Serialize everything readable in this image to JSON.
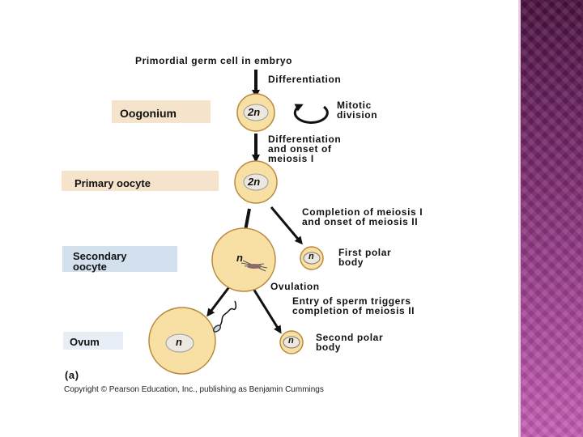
{
  "diagram": {
    "top_label": "Primordial germ cell in embryo",
    "stages": [
      {
        "label": "Oogonium",
        "ploidy": "2n"
      },
      {
        "label": "Primary oocyte",
        "ploidy": "2n"
      },
      {
        "label": "Secondary\noocyte",
        "ploidy": "n"
      },
      {
        "label": "Ovum",
        "ploidy": "n"
      }
    ],
    "polar_bodies": [
      {
        "label": "First polar\nbody",
        "ploidy": "n"
      },
      {
        "label": "Second polar\nbody",
        "ploidy": "n"
      }
    ],
    "steps": {
      "differentiation": "Differentiation",
      "mitotic_division": "Mitotic\ndivision",
      "differentiation_meiosis": "Differentiation\nand onset of\nmeiosis I",
      "completion_meiosis": "Completion of meiosis I\nand onset of meiosis II",
      "ovulation": "Ovulation",
      "sperm_entry": "Entry of sperm triggers\ncompletion of meiosis II"
    },
    "panel_letter": "(a)",
    "copyright": "Copyright © Pearson Education, Inc., publishing as Benjamin Cummings",
    "colors": {
      "cell_fill": "#f8dfa4",
      "cell_stroke": "#b98a3e",
      "oogonium_box": "#f6e3cc",
      "secondary_box": "#d3e1ee",
      "ovum_box": "#e8eef5",
      "side_panel": "#8e3582"
    }
  }
}
